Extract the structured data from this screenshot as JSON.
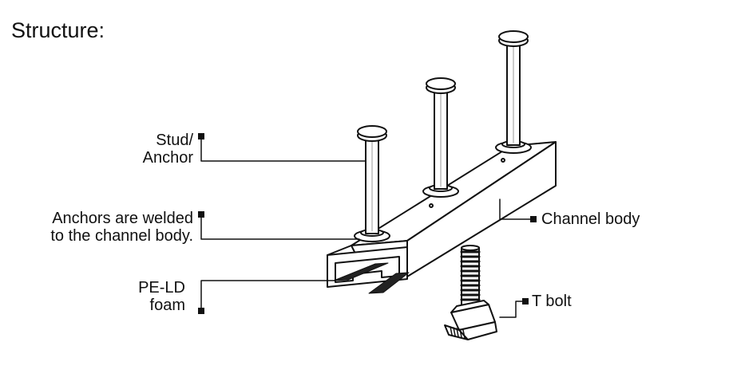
{
  "title": "Structure:",
  "labels": {
    "stud": [
      "Stud/",
      "Anchor"
    ],
    "welded": [
      "Anchors are welded",
      "to the channel body."
    ],
    "foam": [
      "PE-LD",
      "foam"
    ],
    "channel_body": "Channel body",
    "t_bolt": "T bolt"
  }
}
